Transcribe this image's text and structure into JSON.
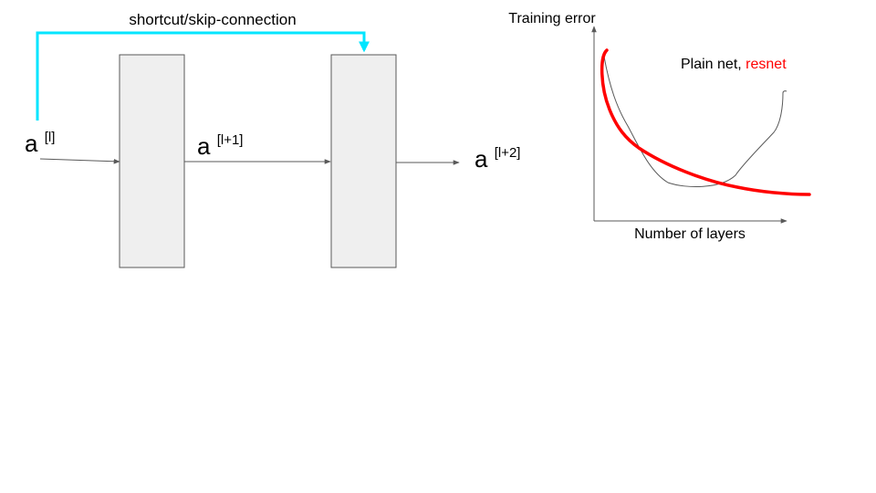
{
  "residual_block": {
    "skip_label": "shortcut/skip-connection",
    "skip_color": "#00e5ff",
    "input": {
      "base": "a",
      "superscript": "[l]"
    },
    "middle": {
      "base": "a",
      "superscript": "[l+1]"
    },
    "output": {
      "base": "a",
      "superscript": "[l+2]"
    },
    "box_color": "#efefef"
  },
  "error_plot": {
    "ylabel": "Training error",
    "xlabel": "Number of layers",
    "legend_plain": "Plain  net,",
    "legend_resnet": "resnet",
    "resnet_color": "#ff0000",
    "plain_color": "#595959"
  }
}
